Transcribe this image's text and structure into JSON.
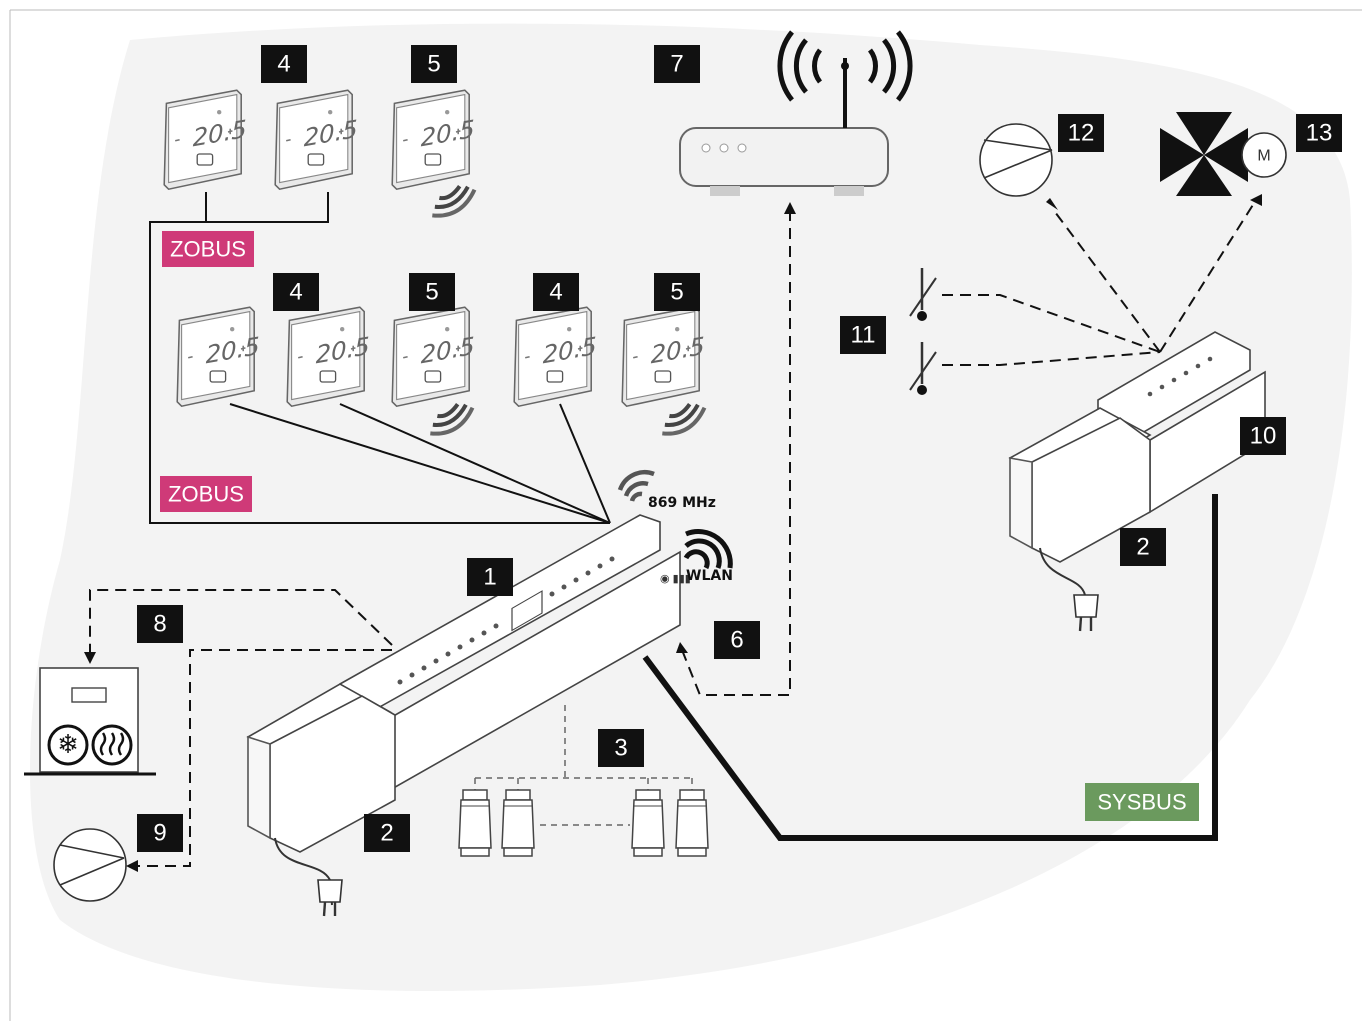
{
  "colors": {
    "zobus": "#cf3a78",
    "sysbus": "#6b9a5e",
    "label_box": "#111111",
    "background_blob": "#f3f3f3"
  },
  "bus_labels": {
    "zobus_top": "ZOBUS",
    "zobus_bottom": "ZOBUS",
    "sysbus": "SYSBUS"
  },
  "radio": {
    "frequency": "869 MHz",
    "wlan": "WLAN"
  },
  "thermostat_display": "20.5",
  "number_labels": [
    "1",
    "2",
    "2",
    "3",
    "4",
    "4",
    "4",
    "5",
    "5",
    "5",
    "6",
    "7",
    "8",
    "9",
    "10",
    "11",
    "12",
    "13"
  ],
  "icons": [
    "router-icon",
    "wifi-signal-icon",
    "pump-icon",
    "mixing-valve-icon",
    "motor-icon",
    "temperature-sensor-icon",
    "heat-pump-icon",
    "snowflake-icon",
    "heat-waves-icon",
    "plug-icon",
    "actuator-icon"
  ],
  "motor_label": "M"
}
